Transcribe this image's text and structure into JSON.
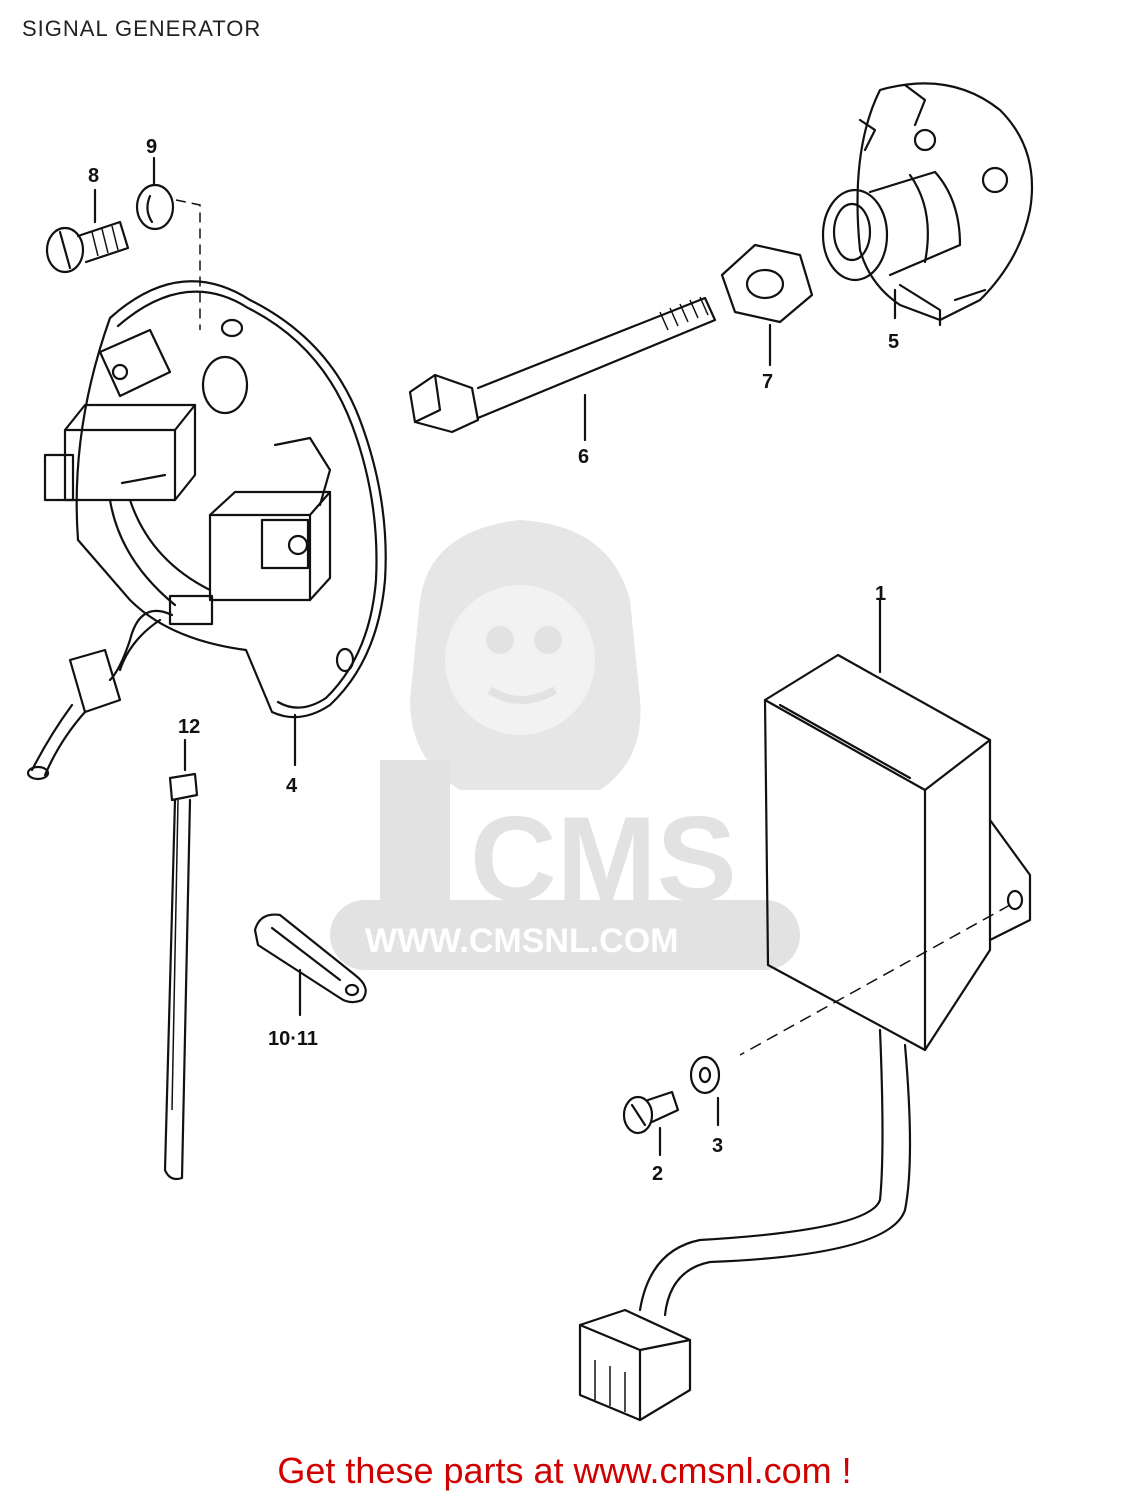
{
  "title": "SIGNAL GENERATOR",
  "footer": "Get these parts at www.cmsnl.com !",
  "watermark": {
    "logo_text": "CMS",
    "url_text": "WWW.CMSNL.COM"
  },
  "callouts": {
    "c1": "1",
    "c2": "2",
    "c3": "3",
    "c4": "4",
    "c5": "5",
    "c6": "6",
    "c7": "7",
    "c8": "8",
    "c9": "9",
    "c10_11": "10·11",
    "c12": "12"
  },
  "colors": {
    "footer": "#d00000",
    "watermark": "#e2e2e2",
    "line": "#111111"
  }
}
